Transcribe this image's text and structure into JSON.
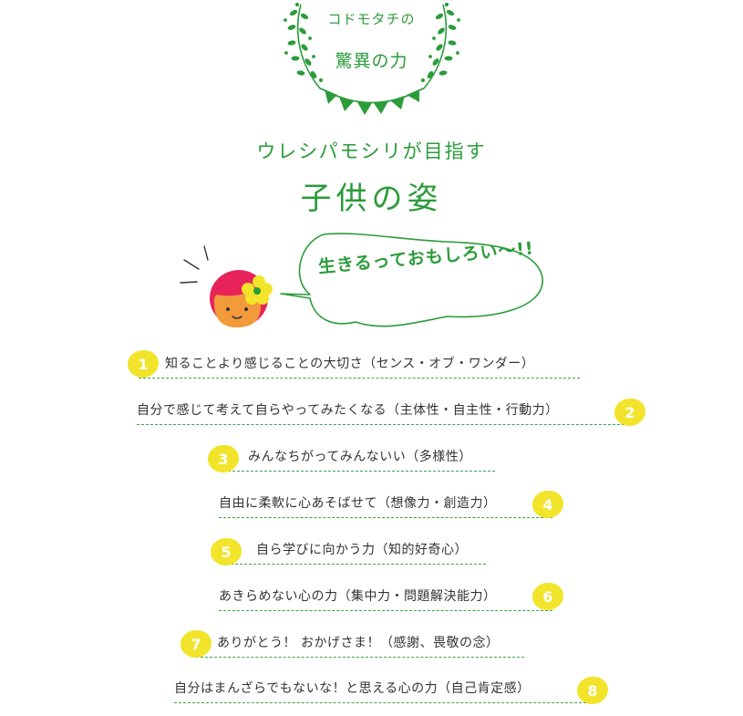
{
  "header": {
    "small_line": "コドモタチの",
    "big_line": "驚異の力"
  },
  "subtitle": "ウレシパモシリが目指す",
  "title": "子供の姿",
  "bubble": "生きるっておもしろい〜!!",
  "colors": {
    "green": "#2b9c3a",
    "yellow": "#f1e42a",
    "text": "#333333",
    "hair": "#e8235a",
    "face": "#f39a3b"
  },
  "items": [
    {
      "num": "1",
      "text": "知ることより感じることの大切さ（センス・オブ・ワンダー）"
    },
    {
      "num": "2",
      "text": "自分で感じて考えて自らやってみたくなる（主体性・自主性・行動力）"
    },
    {
      "num": "3",
      "text": "みんなちがってみんないい（多様性）"
    },
    {
      "num": "4",
      "text": "自由に柔軟に心あそばせて（想像力・創造力）"
    },
    {
      "num": "5",
      "text": "自ら学びに向かう力（知的好奇心）"
    },
    {
      "num": "6",
      "text": "あきらめない心の力（集中力・問題解決能力）"
    },
    {
      "num": "7",
      "text": "ありがとう！ おかげさま！（感謝、畏敬の念）"
    },
    {
      "num": "8",
      "text": "自分はまんざらでもないな！と思える心の力（自己肯定感）"
    }
  ]
}
